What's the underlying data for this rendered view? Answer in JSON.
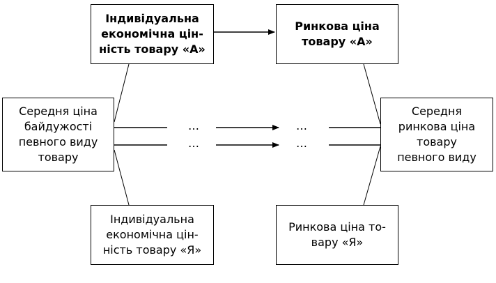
{
  "boxes": {
    "individual_a": "Індивідуальна\nекономічна цін-\nність товару «А»",
    "market_price_a": "Ринкова ціна\nтовару «А»",
    "avg_indifference": "Середня ціна\nбайдужості\nпевного виду\nтовару",
    "avg_market": "Середня\nринкова ціна\nтовару\nпевного виду",
    "individual_ya": "Індивідуальна\nекономічна цін-\nність товару «Я»",
    "market_price_ya": "Ринкова ціна то-\nвару «Я»"
  },
  "ellipsis": "…"
}
